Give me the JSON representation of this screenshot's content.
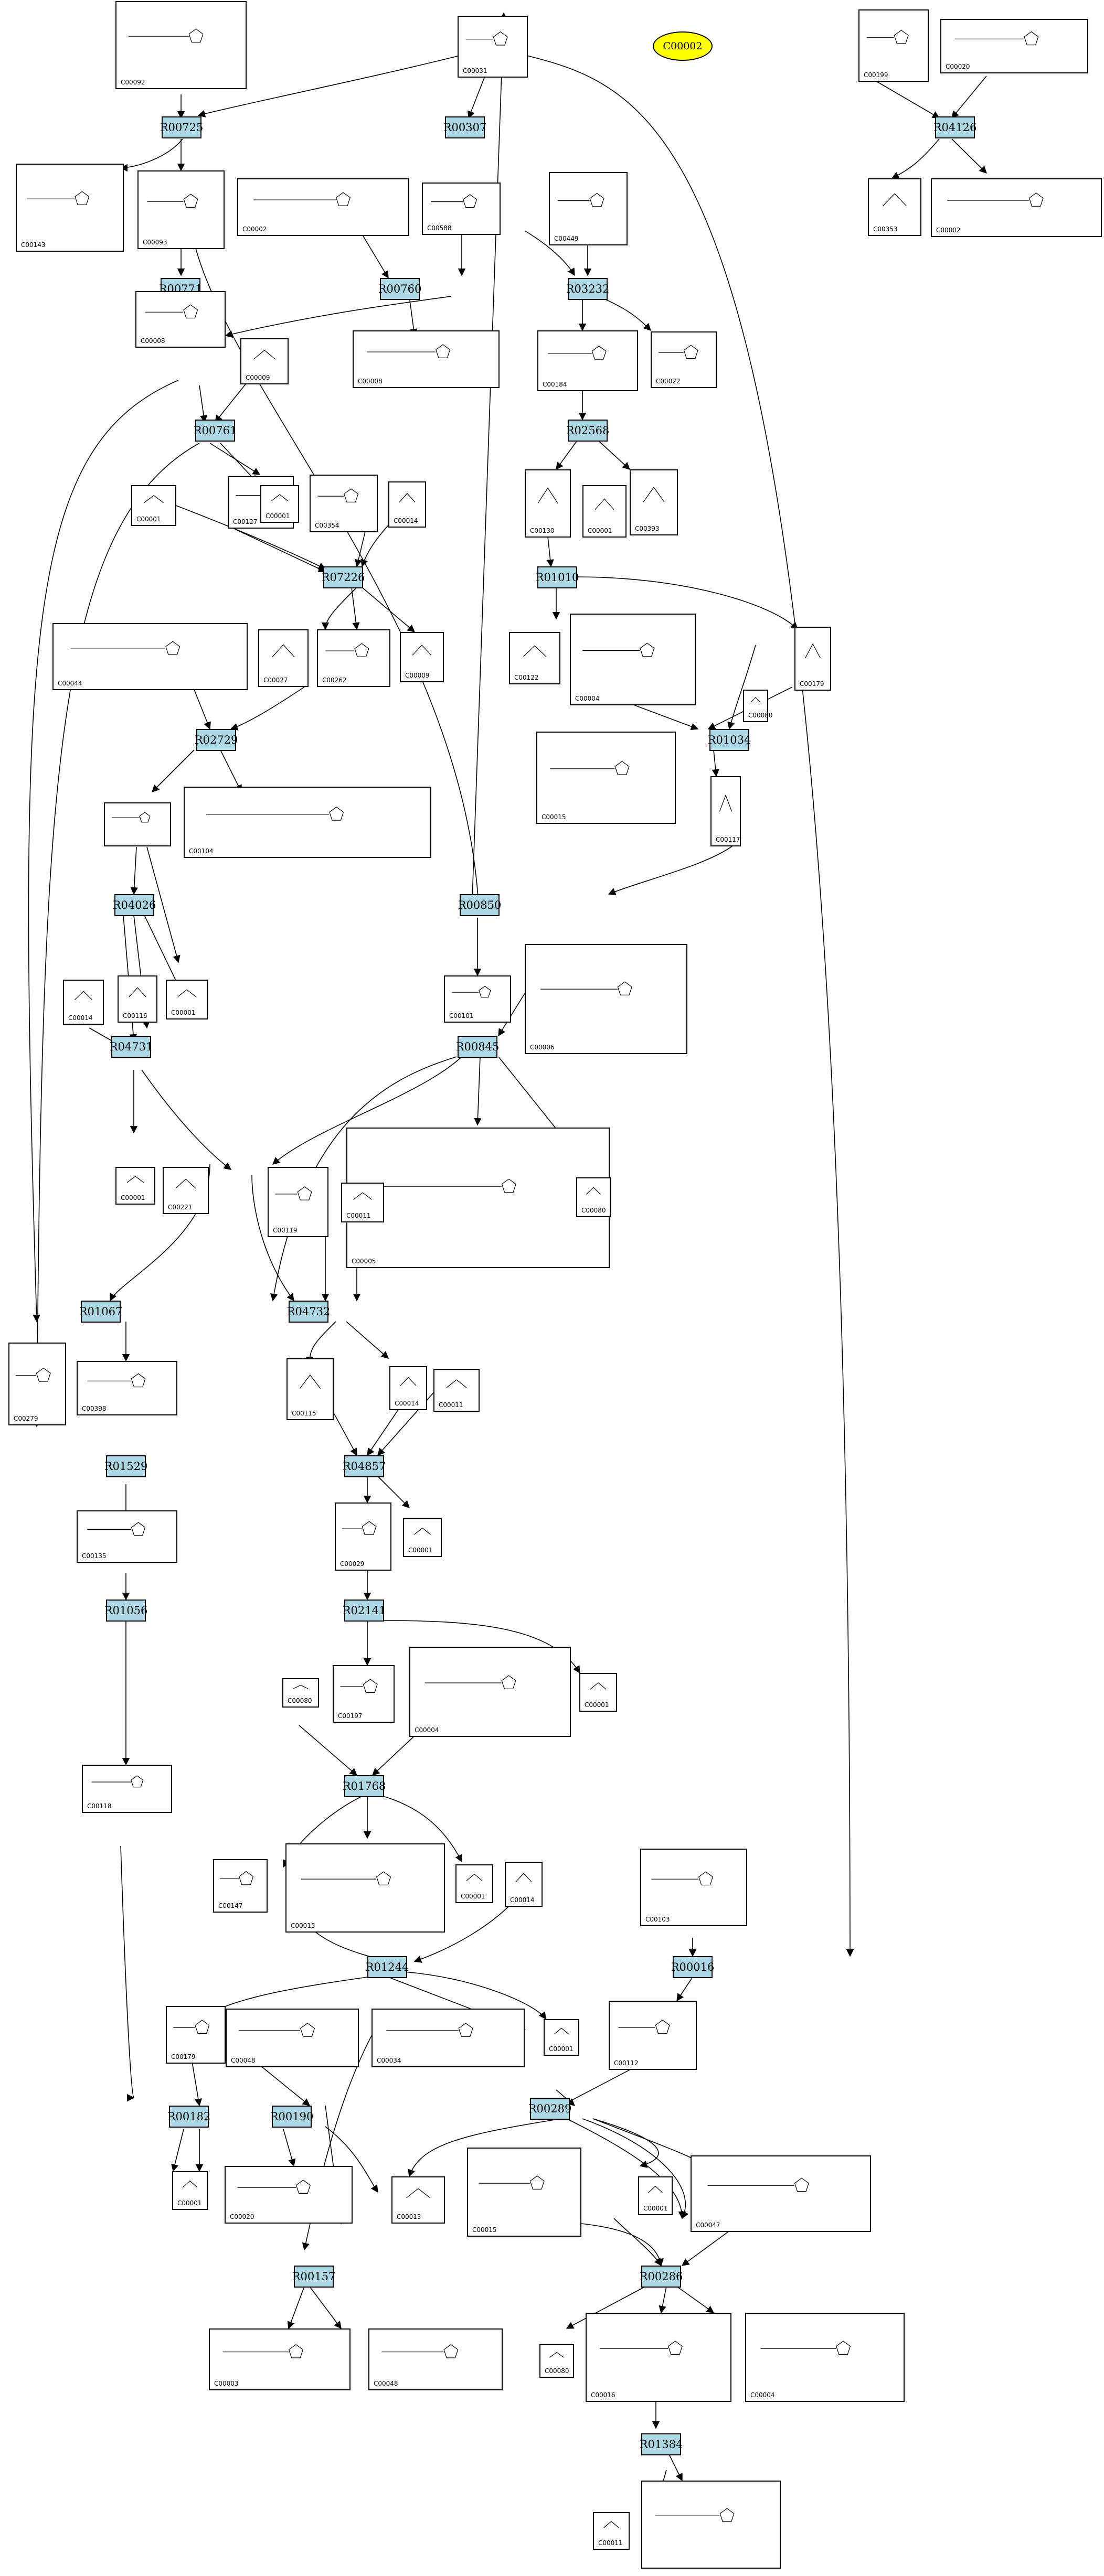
{
  "legend": {
    "label": "C00002",
    "color": "#ffff00"
  },
  "colors": {
    "reaction_fill": "#add8e6",
    "compound_fill": "#ffffff",
    "line": "#000000"
  },
  "reactions": [
    {
      "id": "R00725"
    },
    {
      "id": "R00307"
    },
    {
      "id": "R04126"
    },
    {
      "id": "R00771"
    },
    {
      "id": "R00760"
    },
    {
      "id": "R03232"
    },
    {
      "id": "R00761"
    },
    {
      "id": "R02568"
    },
    {
      "id": "R07226"
    },
    {
      "id": "R01010"
    },
    {
      "id": "R02729"
    },
    {
      "id": "R01034"
    },
    {
      "id": "R04026"
    },
    {
      "id": "R00850"
    },
    {
      "id": "R04731"
    },
    {
      "id": "R00845"
    },
    {
      "id": "R01067"
    },
    {
      "id": "R04732"
    },
    {
      "id": "R01529"
    },
    {
      "id": "R04857"
    },
    {
      "id": "R01056"
    },
    {
      "id": "R02141"
    },
    {
      "id": "R01768"
    },
    {
      "id": "R00016"
    },
    {
      "id": "R01244"
    },
    {
      "id": "R00289"
    },
    {
      "id": "R00182"
    },
    {
      "id": "R00190"
    },
    {
      "id": "R00157"
    },
    {
      "id": "R00286"
    },
    {
      "id": "R01384"
    }
  ],
  "compounds": [
    {
      "id": "C00031"
    },
    {
      "id": "C00001"
    },
    {
      "id": "C00002"
    },
    {
      "id": "C00003"
    },
    {
      "id": "C00004"
    },
    {
      "id": "C00005"
    },
    {
      "id": "C00006"
    },
    {
      "id": "C00008"
    },
    {
      "id": "C00009"
    },
    {
      "id": "C00011"
    },
    {
      "id": "C00013"
    },
    {
      "id": "C00014"
    },
    {
      "id": "C00015"
    },
    {
      "id": "C00016"
    },
    {
      "id": "C00020"
    },
    {
      "id": "C00022"
    },
    {
      "id": "C00027"
    },
    {
      "id": "C00029"
    },
    {
      "id": "C00034"
    },
    {
      "id": "C00044"
    },
    {
      "id": "C00047"
    },
    {
      "id": "C00048"
    },
    {
      "id": "C00080"
    },
    {
      "id": "C00092"
    },
    {
      "id": "C00093"
    },
    {
      "id": "C00101"
    },
    {
      "id": "C00103"
    },
    {
      "id": "C00104"
    },
    {
      "id": "C00112"
    },
    {
      "id": "C00115"
    },
    {
      "id": "C00116"
    },
    {
      "id": "C00117"
    },
    {
      "id": "C00118"
    },
    {
      "id": "C00119"
    },
    {
      "id": "C00122"
    },
    {
      "id": "C00127"
    },
    {
      "id": "C00130"
    },
    {
      "id": "C00135"
    },
    {
      "id": "C00143"
    },
    {
      "id": "C00147"
    },
    {
      "id": "C00179"
    },
    {
      "id": "C00184"
    },
    {
      "id": "C00197"
    },
    {
      "id": "C00199"
    },
    {
      "id": "C00221"
    },
    {
      "id": "C00262"
    },
    {
      "id": "C00279"
    },
    {
      "id": "C00353"
    },
    {
      "id": "C00354"
    },
    {
      "id": "C00393"
    },
    {
      "id": "C00398"
    },
    {
      "id": "C00449"
    },
    {
      "id": "C00588"
    }
  ]
}
